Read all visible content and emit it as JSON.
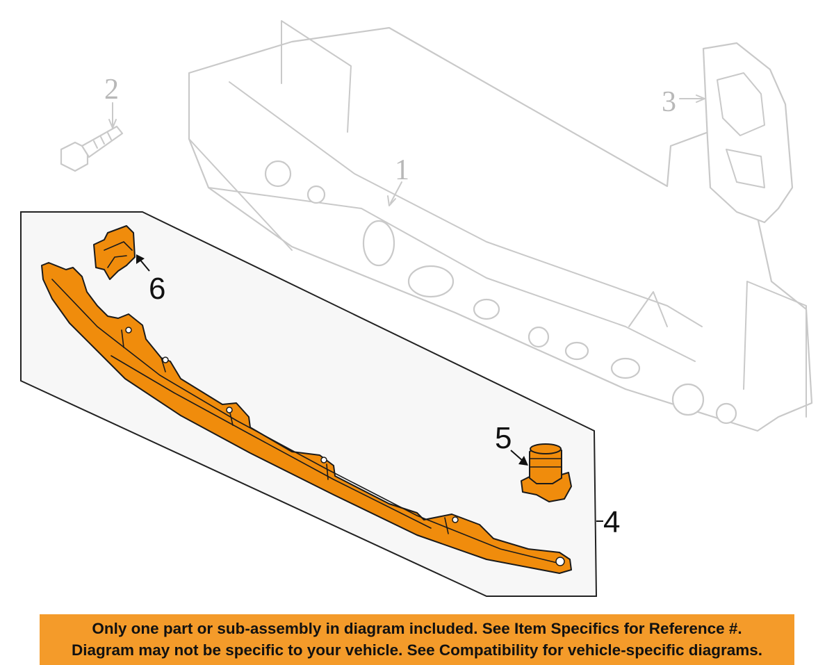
{
  "callouts": {
    "c1": "1",
    "c2": "2",
    "c3": "3",
    "c4": "4",
    "c5": "5",
    "c6": "6"
  },
  "banner": {
    "line1": "Only one part or sub-assembly in diagram included. See Item Specifics for Reference #.",
    "line2": "Diagram may not be specific to your vehicle. See Compatibility for vehicle-specific diagrams."
  },
  "colors": {
    "highlight_part": "#f08c0c",
    "banner_background": "#f49b2a",
    "ghost_part_outline": "#c9c9c9",
    "inset_background": "#f7f7f7"
  }
}
